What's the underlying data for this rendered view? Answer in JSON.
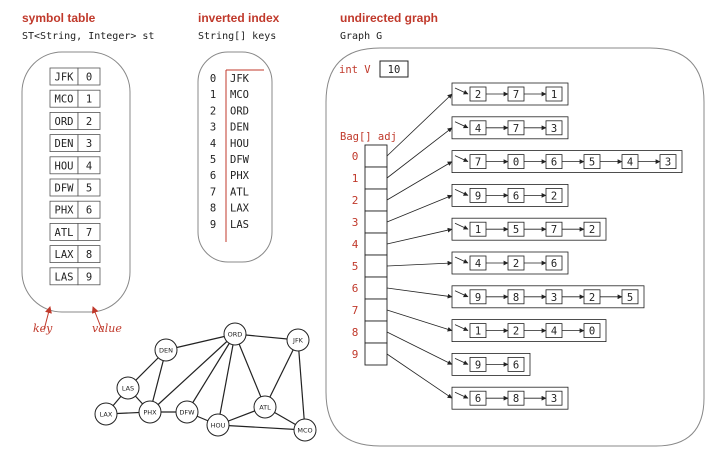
{
  "headers": {
    "symbol_table": {
      "title": "symbol table",
      "code": "ST<String, Integer> st"
    },
    "inverted_index": {
      "title": "inverted index",
      "code": "String[] keys"
    },
    "undirected_graph": {
      "title": "undirected graph",
      "code": "Graph G"
    }
  },
  "symbol_table": {
    "entries": [
      {
        "key": "JFK",
        "value": "0"
      },
      {
        "key": "MCO",
        "value": "1"
      },
      {
        "key": "ORD",
        "value": "2"
      },
      {
        "key": "DEN",
        "value": "3"
      },
      {
        "key": "HOU",
        "value": "4"
      },
      {
        "key": "DFW",
        "value": "5"
      },
      {
        "key": "PHX",
        "value": "6"
      },
      {
        "key": "ATL",
        "value": "7"
      },
      {
        "key": "LAX",
        "value": "8"
      },
      {
        "key": "LAS",
        "value": "9"
      }
    ],
    "key_label": "key",
    "value_label": "value"
  },
  "inverted_index": {
    "indices": [
      "0",
      "1",
      "2",
      "3",
      "4",
      "5",
      "6",
      "7",
      "8",
      "9"
    ],
    "keys": [
      "JFK",
      "MCO",
      "ORD",
      "DEN",
      "HOU",
      "DFW",
      "PHX",
      "ATL",
      "LAX",
      "LAS"
    ]
  },
  "graph": {
    "v_label": "int V",
    "v_value": "10",
    "adj_label": "Bag[] adj",
    "vertices": [
      "0",
      "1",
      "2",
      "3",
      "4",
      "5",
      "6",
      "7",
      "8",
      "9"
    ],
    "adj_lists": [
      [
        "2",
        "7",
        "1"
      ],
      [
        "4",
        "7",
        "3"
      ],
      [
        "7",
        "0",
        "6",
        "5",
        "4",
        "3"
      ],
      [
        "9",
        "6",
        "2"
      ],
      [
        "1",
        "5",
        "7",
        "2"
      ],
      [
        "4",
        "2",
        "6"
      ],
      [
        "9",
        "8",
        "3",
        "2",
        "5"
      ],
      [
        "1",
        "2",
        "4",
        "0"
      ],
      [
        "9",
        "6"
      ],
      [
        "6",
        "8",
        "3"
      ]
    ]
  },
  "network": {
    "nodes": [
      "ORD",
      "DEN",
      "JFK",
      "LAS",
      "LAX",
      "PHX",
      "DFW",
      "HOU",
      "ATL",
      "MCO"
    ],
    "edges": [
      [
        "ORD",
        "DEN"
      ],
      [
        "ORD",
        "JFK"
      ],
      [
        "ORD",
        "PHX"
      ],
      [
        "ORD",
        "DFW"
      ],
      [
        "ORD",
        "ATL"
      ],
      [
        "ORD",
        "HOU"
      ],
      [
        "DEN",
        "LAS"
      ],
      [
        "DEN",
        "PHX"
      ],
      [
        "JFK",
        "ATL"
      ],
      [
        "JFK",
        "MCO"
      ],
      [
        "LAS",
        "LAX"
      ],
      [
        "LAS",
        "PHX"
      ],
      [
        "LAX",
        "PHX"
      ],
      [
        "PHX",
        "DFW"
      ],
      [
        "DFW",
        "HOU"
      ],
      [
        "HOU",
        "ATL"
      ],
      [
        "HOU",
        "MCO"
      ],
      [
        "ATL",
        "MCO"
      ]
    ]
  },
  "colors": {
    "accent": "#c0392b",
    "line": "#222222",
    "outline": "#888888"
  }
}
